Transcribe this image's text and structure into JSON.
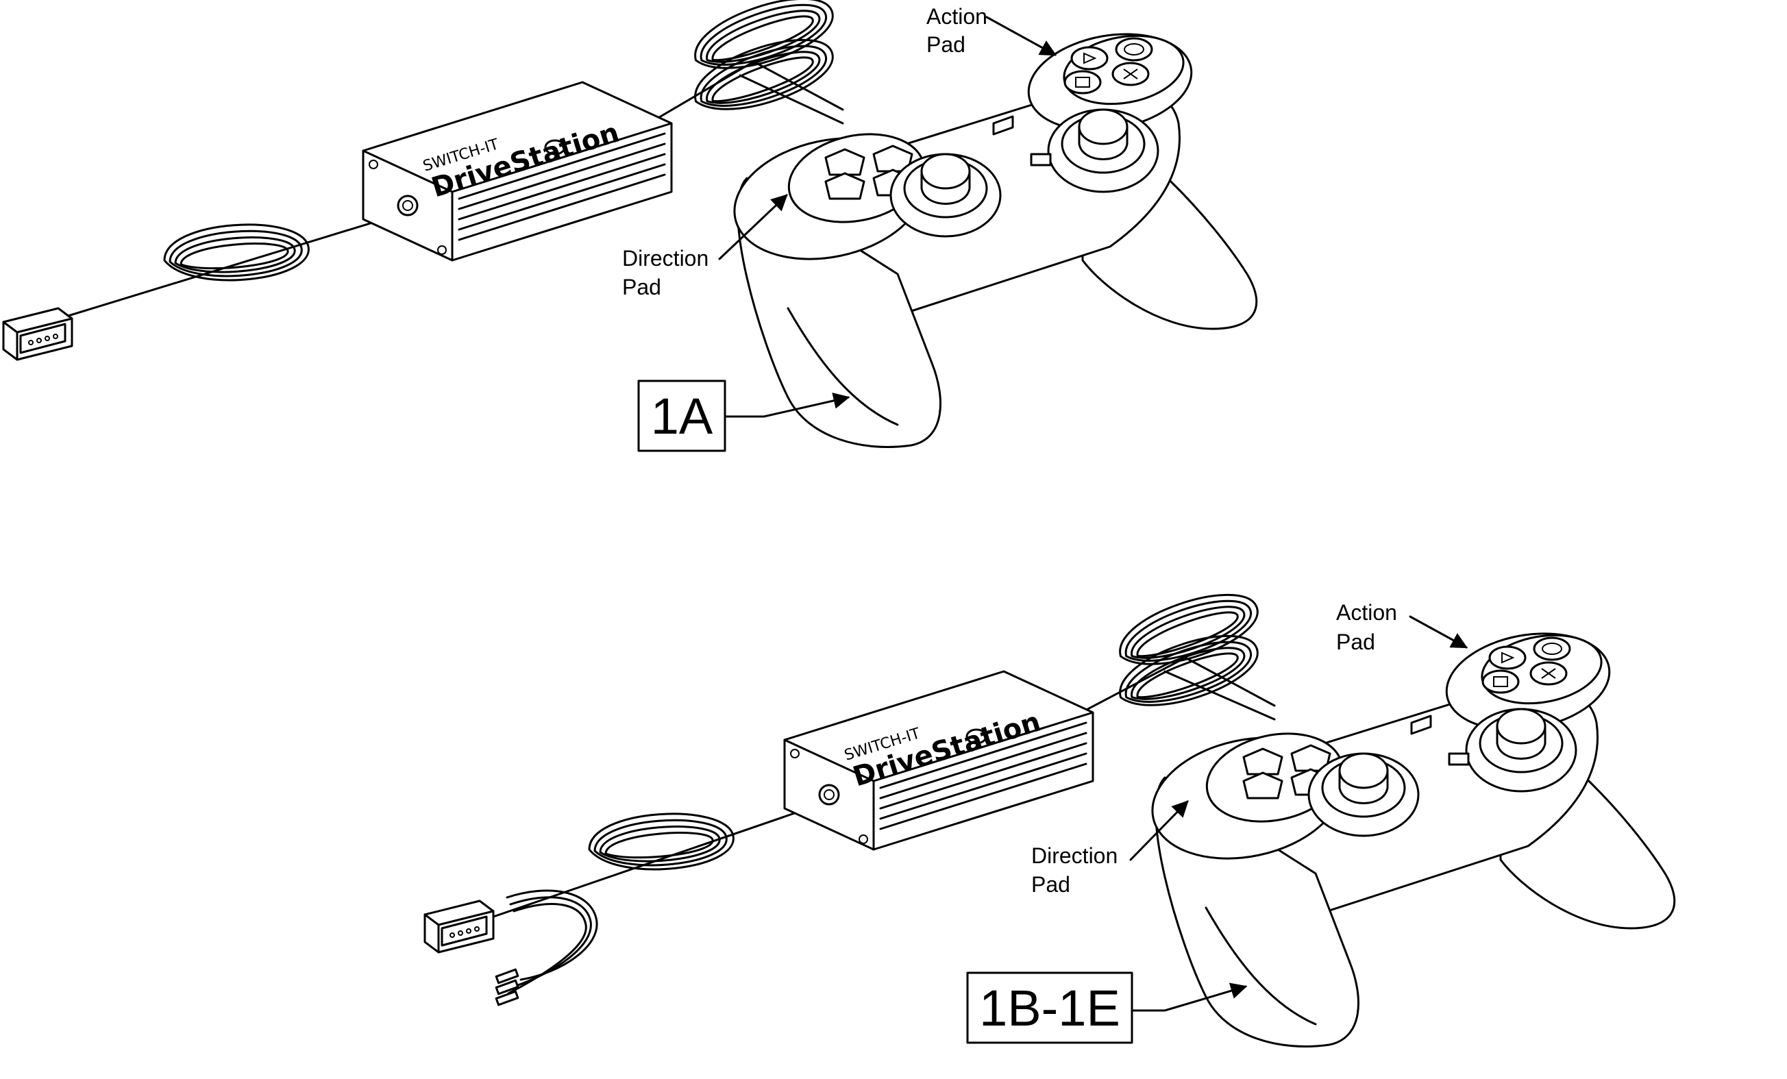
{
  "figure": {
    "assemblies": [
      {
        "id_label": "1A",
        "device_brand": "SWITCH-IT",
        "device_name": "DriveStation",
        "callouts": {
          "action_line1": "Action",
          "action_line2": "Pad",
          "direction_line1": "Direction",
          "direction_line2": "Pad"
        }
      },
      {
        "id_label": "1B-1E",
        "device_brand": "SWITCH-IT",
        "device_name": "DriveStation",
        "callouts": {
          "action_line1": "Action",
          "action_line2": "Pad",
          "direction_line1": "Direction",
          "direction_line2": "Pad"
        }
      }
    ]
  }
}
